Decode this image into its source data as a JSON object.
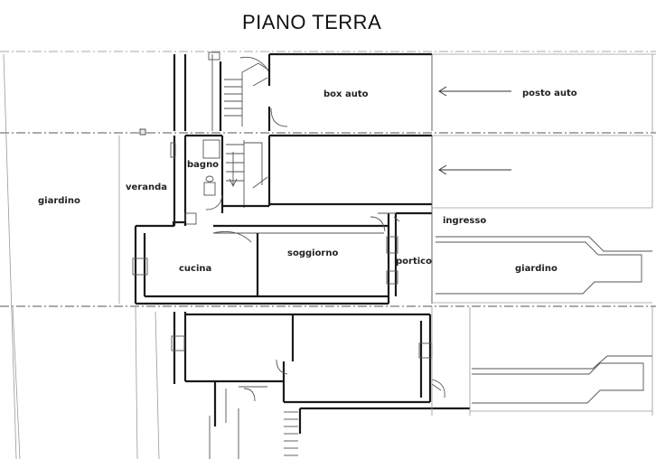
{
  "title": "PIANO TERRA",
  "rooms": {
    "box_auto": "box auto",
    "posto_auto": "posto auto",
    "bagno": "bagno",
    "veranda": "veranda",
    "giardino_left": "giardino",
    "ingresso": "ingresso",
    "soggiorno": "soggiorno",
    "cucina": "cucina",
    "portico": "portico",
    "giardino_right": "giardino"
  }
}
